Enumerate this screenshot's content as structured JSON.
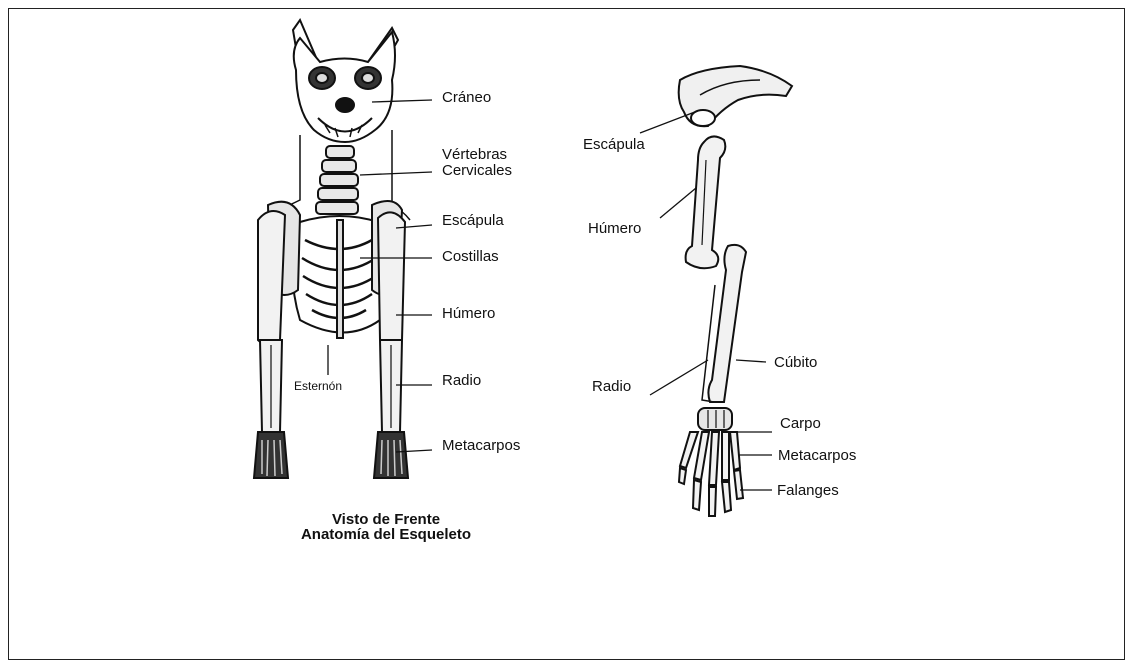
{
  "front_view": {
    "labels": {
      "craneo": "Cráneo",
      "vertebras_1": "Vértebras",
      "vertebras_2": "Cervicales",
      "escapula": "Escápula",
      "costillas": "Costillas",
      "humero": "Húmero",
      "esternon": "Esternón",
      "radio": "Radio",
      "metacarpos": "Metacarpos"
    },
    "caption_line1": "Visto de Frente",
    "caption_line2": "Anatomía del Esqueleto"
  },
  "limb_view": {
    "labels": {
      "escapula": "Escápula",
      "humero": "Húmero",
      "radio": "Radio",
      "cubito": "Cúbito",
      "carpo": "Carpo",
      "metacarpos": "Metacarpos",
      "falanges": "Falanges"
    }
  },
  "colors": {
    "ink": "#111111",
    "bone": "#f2f2f2",
    "background": "#ffffff"
  }
}
